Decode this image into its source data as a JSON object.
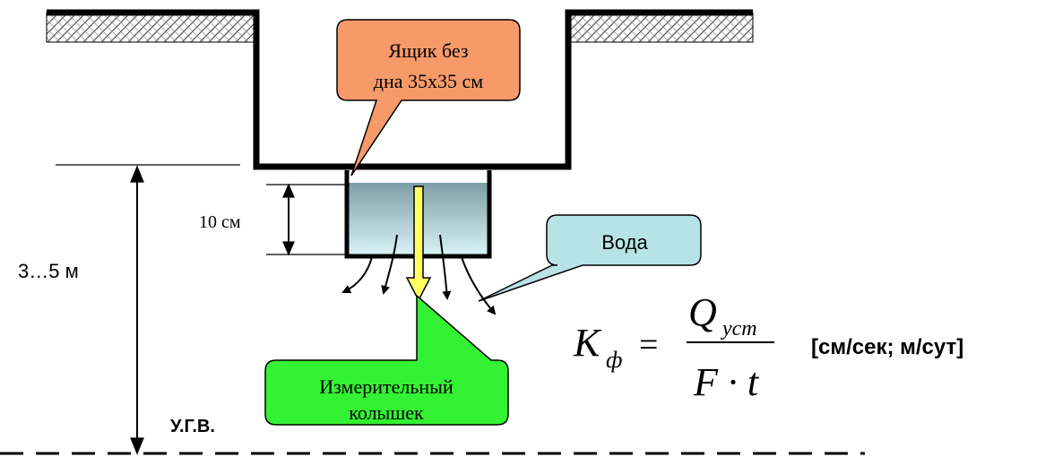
{
  "labels": {
    "box_callout_line1": "Ящик без",
    "box_callout_line2": "дна 35х35 см",
    "water_callout": "Вода",
    "depth_dimension": "10 см",
    "depth_range": "3…5 м",
    "peg_callout_line1": "Измерительный",
    "peg_callout_line2": "колышек",
    "groundwater_level": "У.Г.В.",
    "units": "[см/сек; м/сут]"
  },
  "formula": {
    "k": "K",
    "k_sub": "ф",
    "equals": "=",
    "q": "Q",
    "q_sub": "уст",
    "denominator": "F · t"
  },
  "colors": {
    "box_callout_fill": "#F79A6A",
    "water_callout_fill": "#B7E3E6",
    "peg_callout_fill": "#33F233",
    "peg_rod": "#FFFF66",
    "water_top": "#7E9EA6",
    "water_bottom": "#D8F2F4"
  }
}
